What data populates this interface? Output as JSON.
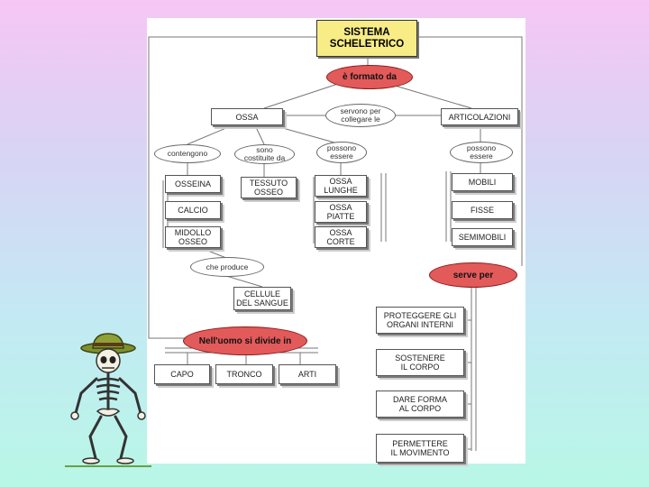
{
  "title": "SISTEMA\nSCHELETRICO",
  "links": {
    "formed_by": "è formato da",
    "serve_to_connect": "servono per\ncollegare le",
    "contain": "contengono",
    "made_of": "sono\ncostituite da",
    "can_be_bones": "possono\nessere",
    "can_be_joints": "possono\nessere",
    "produces": "che produce",
    "serves_for": "serve per",
    "divided_in": "Nell'uomo si divide in"
  },
  "nodes": {
    "ossa": "OSSA",
    "articolazioni": "ARTICOLAZIONI",
    "osseina": "OSSEINA",
    "calcio": "CALCIO",
    "midollo": "MIDOLLO\nOSSEO",
    "tessuto": "TESSUTO\nOSSEO",
    "ossa_lunghe": "OSSA\nLUNGHE",
    "ossa_piatte": "OSSA\nPIATTE",
    "ossa_corte": "OSSA\nCORTE",
    "mobili": "MOBILI",
    "fisse": "FISSE",
    "semimobili": "SEMIMOBILI",
    "cellule": "CELLULE\nDEL SANGUE",
    "capo": "CAPO",
    "tronco": "TRONCO",
    "arti": "ARTI",
    "proteggere": "PROTEGGERE GLI\nORGANI INTERNI",
    "sostenere": "SOSTENERE\nIL CORPO",
    "dare_forma": "DARE FORMA\nAL CORPO",
    "permettere": "PERMETTERE\nIL MOVIMENTO"
  },
  "colors": {
    "title_fill": "#f7ec86",
    "link_fill": "#e35a5a",
    "background_top": "#f6c6f4",
    "background_bottom": "#b8f7e6"
  },
  "icons": [
    "skeleton-with-hat-icon"
  ]
}
